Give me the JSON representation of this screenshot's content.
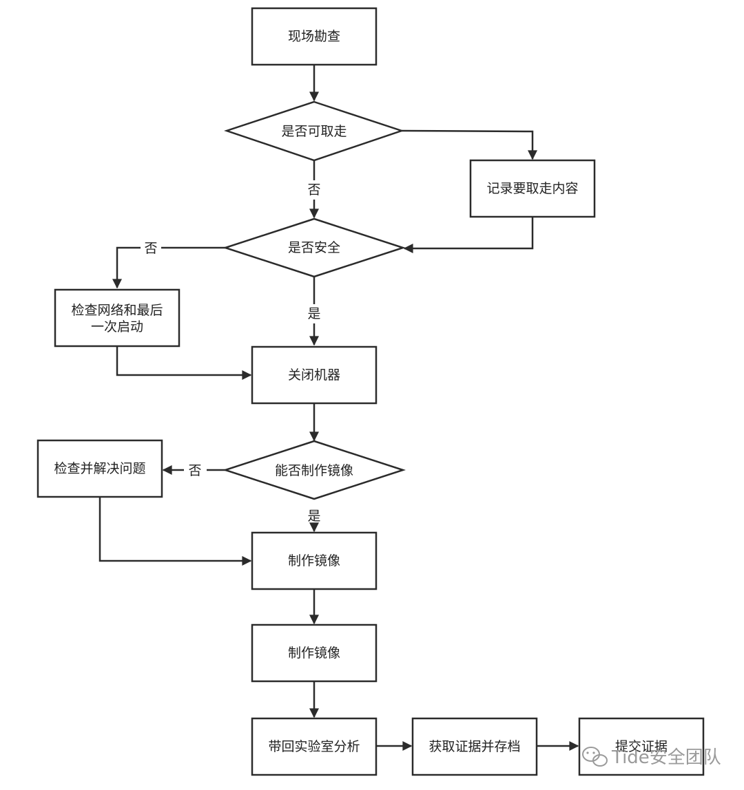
{
  "nodes": {
    "survey": "现场勘查",
    "can_take": "是否可取走",
    "record": "记录要取走内容",
    "safe": "是否安全",
    "check_network_line1": "检查网络和最后",
    "check_network_line2": "一次启动",
    "shutdown": "关闭机器",
    "can_image": "能否制作镜像",
    "fix_issue": "检查并解决问题",
    "make_image_1": "制作镜像",
    "make_image_2": "制作镜像",
    "lab_analysis": "带回实验室分析",
    "obtain_evidence": "获取证据并存档",
    "submit_evidence": "提交证据"
  },
  "edge_labels": {
    "can_take_no": "否",
    "safe_no": "否",
    "safe_yes": "是",
    "image_no": "否",
    "image_yes": "是"
  },
  "watermark": {
    "text": "Tide安全团队",
    "icon": "wechat-icon"
  },
  "colors": {
    "stroke": "#2b2b2b",
    "text": "#222222",
    "watermark": "#9a9a9a"
  }
}
